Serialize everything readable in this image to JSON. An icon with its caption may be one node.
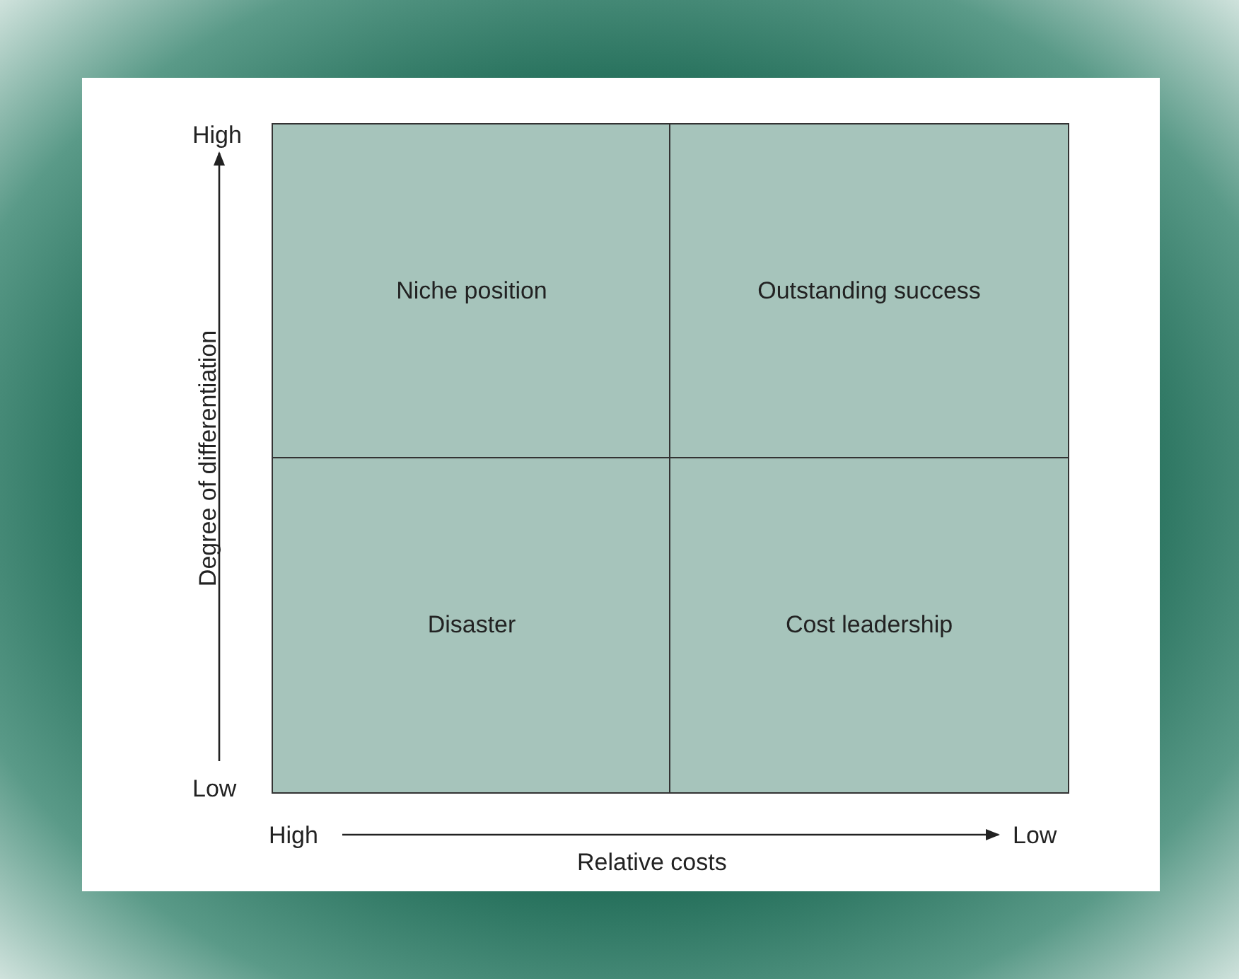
{
  "diagram": {
    "nodes": [
      {
        "text": [
          "Niche position"
        ]
      },
      {
        "text": [
          "Outstanding success"
        ]
      },
      {
        "text": [
          "Disaster"
        ]
      },
      {
        "text": [
          "Cost leadership"
        ]
      }
    ],
    "labels": [
      "High",
      "Degree of differentiation",
      "Low",
      "High",
      "Low",
      "Relative costs"
    ]
  }
}
